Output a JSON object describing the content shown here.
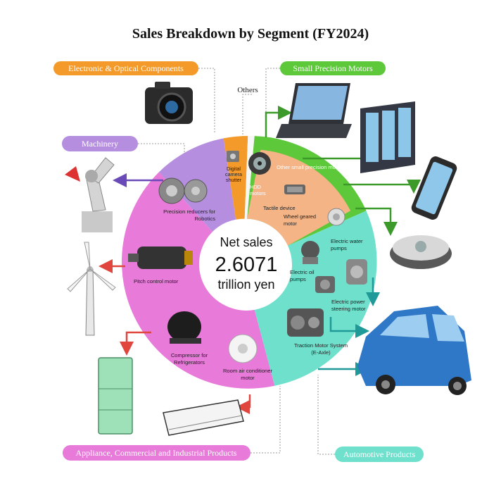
{
  "title": "Sales Breakdown by Segment (FY2024)",
  "center": {
    "line1": "Net sales",
    "line2": "2.6071",
    "line3": "trillion yen"
  },
  "segments": {
    "electronic": {
      "label": "Electronic & Optical Components",
      "color": "#f39a2b"
    },
    "small_motors": {
      "label": "Small Precision Motors",
      "color": "#5cc83a"
    },
    "machinery": {
      "label": "Machinery",
      "color": "#b58ee0"
    },
    "appliance": {
      "label": "Appliance, Commercial and Industrial Products",
      "color": "#e87ad9"
    },
    "automotive": {
      "label": "Automotive Products",
      "color": "#6fe0cc"
    },
    "others": {
      "label": "Others"
    }
  },
  "products": {
    "digital_camera_shutter": "Digital camera shutter",
    "hdd_motors": "HDD motors",
    "other_small_motors": "Other small precision motors",
    "tactile_device": "Tactile device",
    "wheel_geared_motor": "Wheel geared motor",
    "precision_reducers": "Precision reducers for Robotics",
    "pitch_control_motor": "Pitch control motor",
    "electric_water_pumps": "Electric water pumps",
    "electric_oil_pumps": "Electric oil pumps",
    "electric_power_steering": "Electric power steering motor",
    "traction_motor": "Traction Motor System (E-Axle)",
    "compressor": "Compressor for Refrigerators",
    "room_air_motor": "Room air conditioner motor"
  },
  "icons": [
    "camera-icon",
    "laptop-icon",
    "server-icon",
    "smartphone-icon",
    "robot-vacuum-icon",
    "car-icon",
    "air-conditioner-icon",
    "refrigerator-icon",
    "wind-turbine-icon",
    "robot-arm-icon"
  ]
}
